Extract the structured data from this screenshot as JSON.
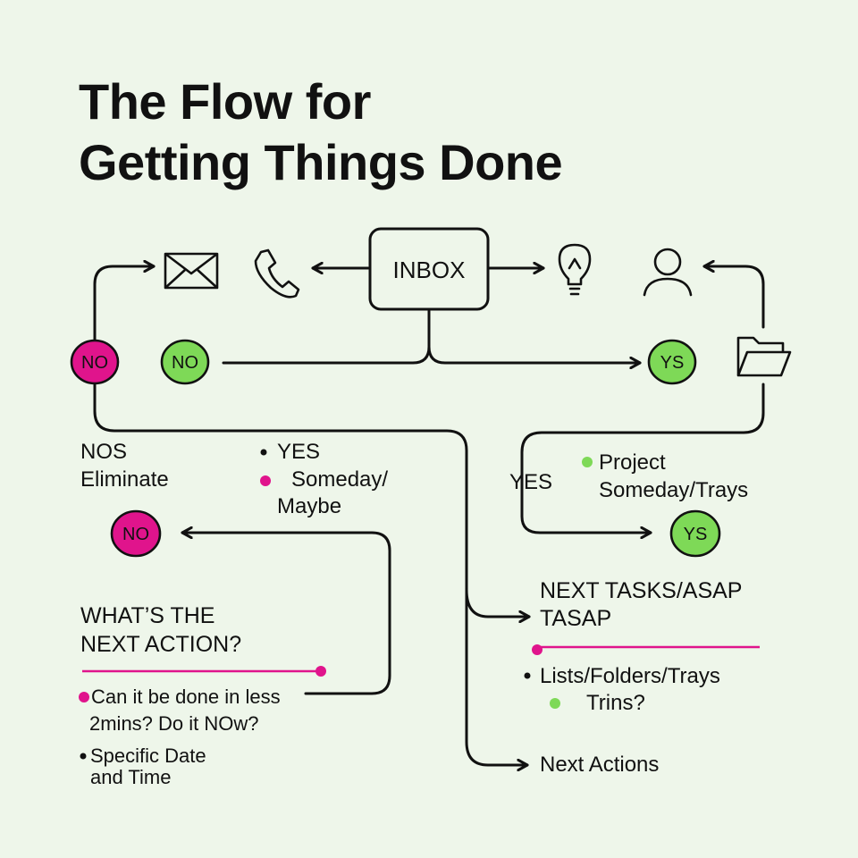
{
  "title": {
    "line1": "The Flow for",
    "line2": "Getting Things Done"
  },
  "colors": {
    "background": "#eef6ea",
    "ink": "#111111",
    "magenta": "#e0148c",
    "green": "#7ed957"
  },
  "inbox": {
    "label": "INBOX"
  },
  "icons": [
    "envelope-icon",
    "phone-icon",
    "lightbulb-icon",
    "person-icon",
    "folder-icon"
  ],
  "badges": {
    "no_left": "NO",
    "no_middle": "NO",
    "yes_right": "YS",
    "no_lower": "NO",
    "yes_lower": "YS"
  },
  "left_branch": {
    "line1": "NOS",
    "line2": "Eliminate"
  },
  "yes_options": {
    "yes": "YES",
    "someday_line1": "Someday/",
    "someday_line2": "Maybe"
  },
  "right_branch": {
    "yes": "YES",
    "project": "Project",
    "someday_trays": "Someday/Trays"
  },
  "next_action": {
    "line1": "WHAT’S THE",
    "line2": "NEXT ACTION?",
    "q_line1": "Can it be done in less",
    "q_line2": "2mins? Do it NOw?",
    "date_line1": "Specific Date",
    "date_line2": "and Time"
  },
  "next_tasks": {
    "line1": "NEXT TASKS/ASAP",
    "line2": "TASAP",
    "lists": "Lists/Folders/Trays",
    "trins": "Trins?"
  },
  "next_actions": {
    "label": "Next Actions"
  }
}
